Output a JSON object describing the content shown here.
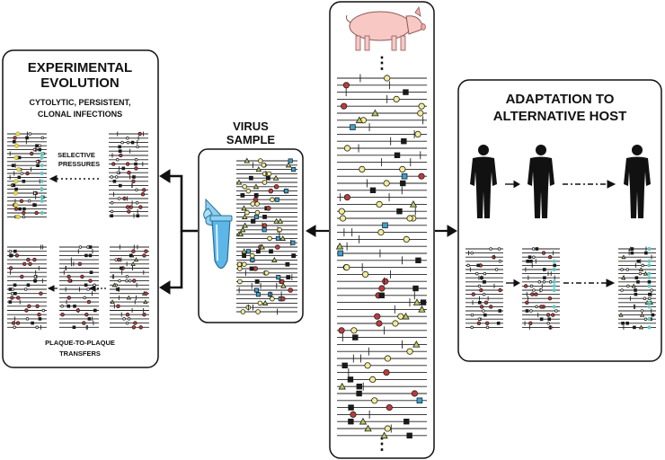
{
  "panels": {
    "experimental": {
      "title_line1": "EXPERIMENTAL",
      "title_line2": "EVOLUTION",
      "subtitle_line1": "CYTOLYTIC, PERSISTENT,",
      "subtitle_line2": "CLONAL INFECTIONS",
      "selective_line1": "SELECTIVE",
      "selective_line2": "PRESSURES",
      "plaque_line1": "PLAQUE-TO-PLAQUE",
      "plaque_line2": "TRANSFERS"
    },
    "virus_sample": {
      "title_line1": "VIRUS",
      "title_line2": "SAMPLE"
    },
    "adaptation": {
      "title_line1": "ADAPTATION TO",
      "title_line2": "ALTERNATIVE HOST"
    },
    "reservoir": {
      "dots": "⋮"
    }
  },
  "colors": {
    "yellow": "#f4ec98",
    "red": "#c0393b",
    "blue": "#3aa2cf",
    "green": "#b6c85a",
    "black": "#1a1a1a",
    "cyan_mark": "#5ec9c4",
    "yellow_mark": "#e6d84a",
    "red_mark": "#d9443f",
    "tube": "#5db6e8",
    "pig": "#f7c8c4"
  },
  "icons": [
    "pig-icon",
    "human-silhouette-icon",
    "microcentrifuge-tube-icon"
  ]
}
